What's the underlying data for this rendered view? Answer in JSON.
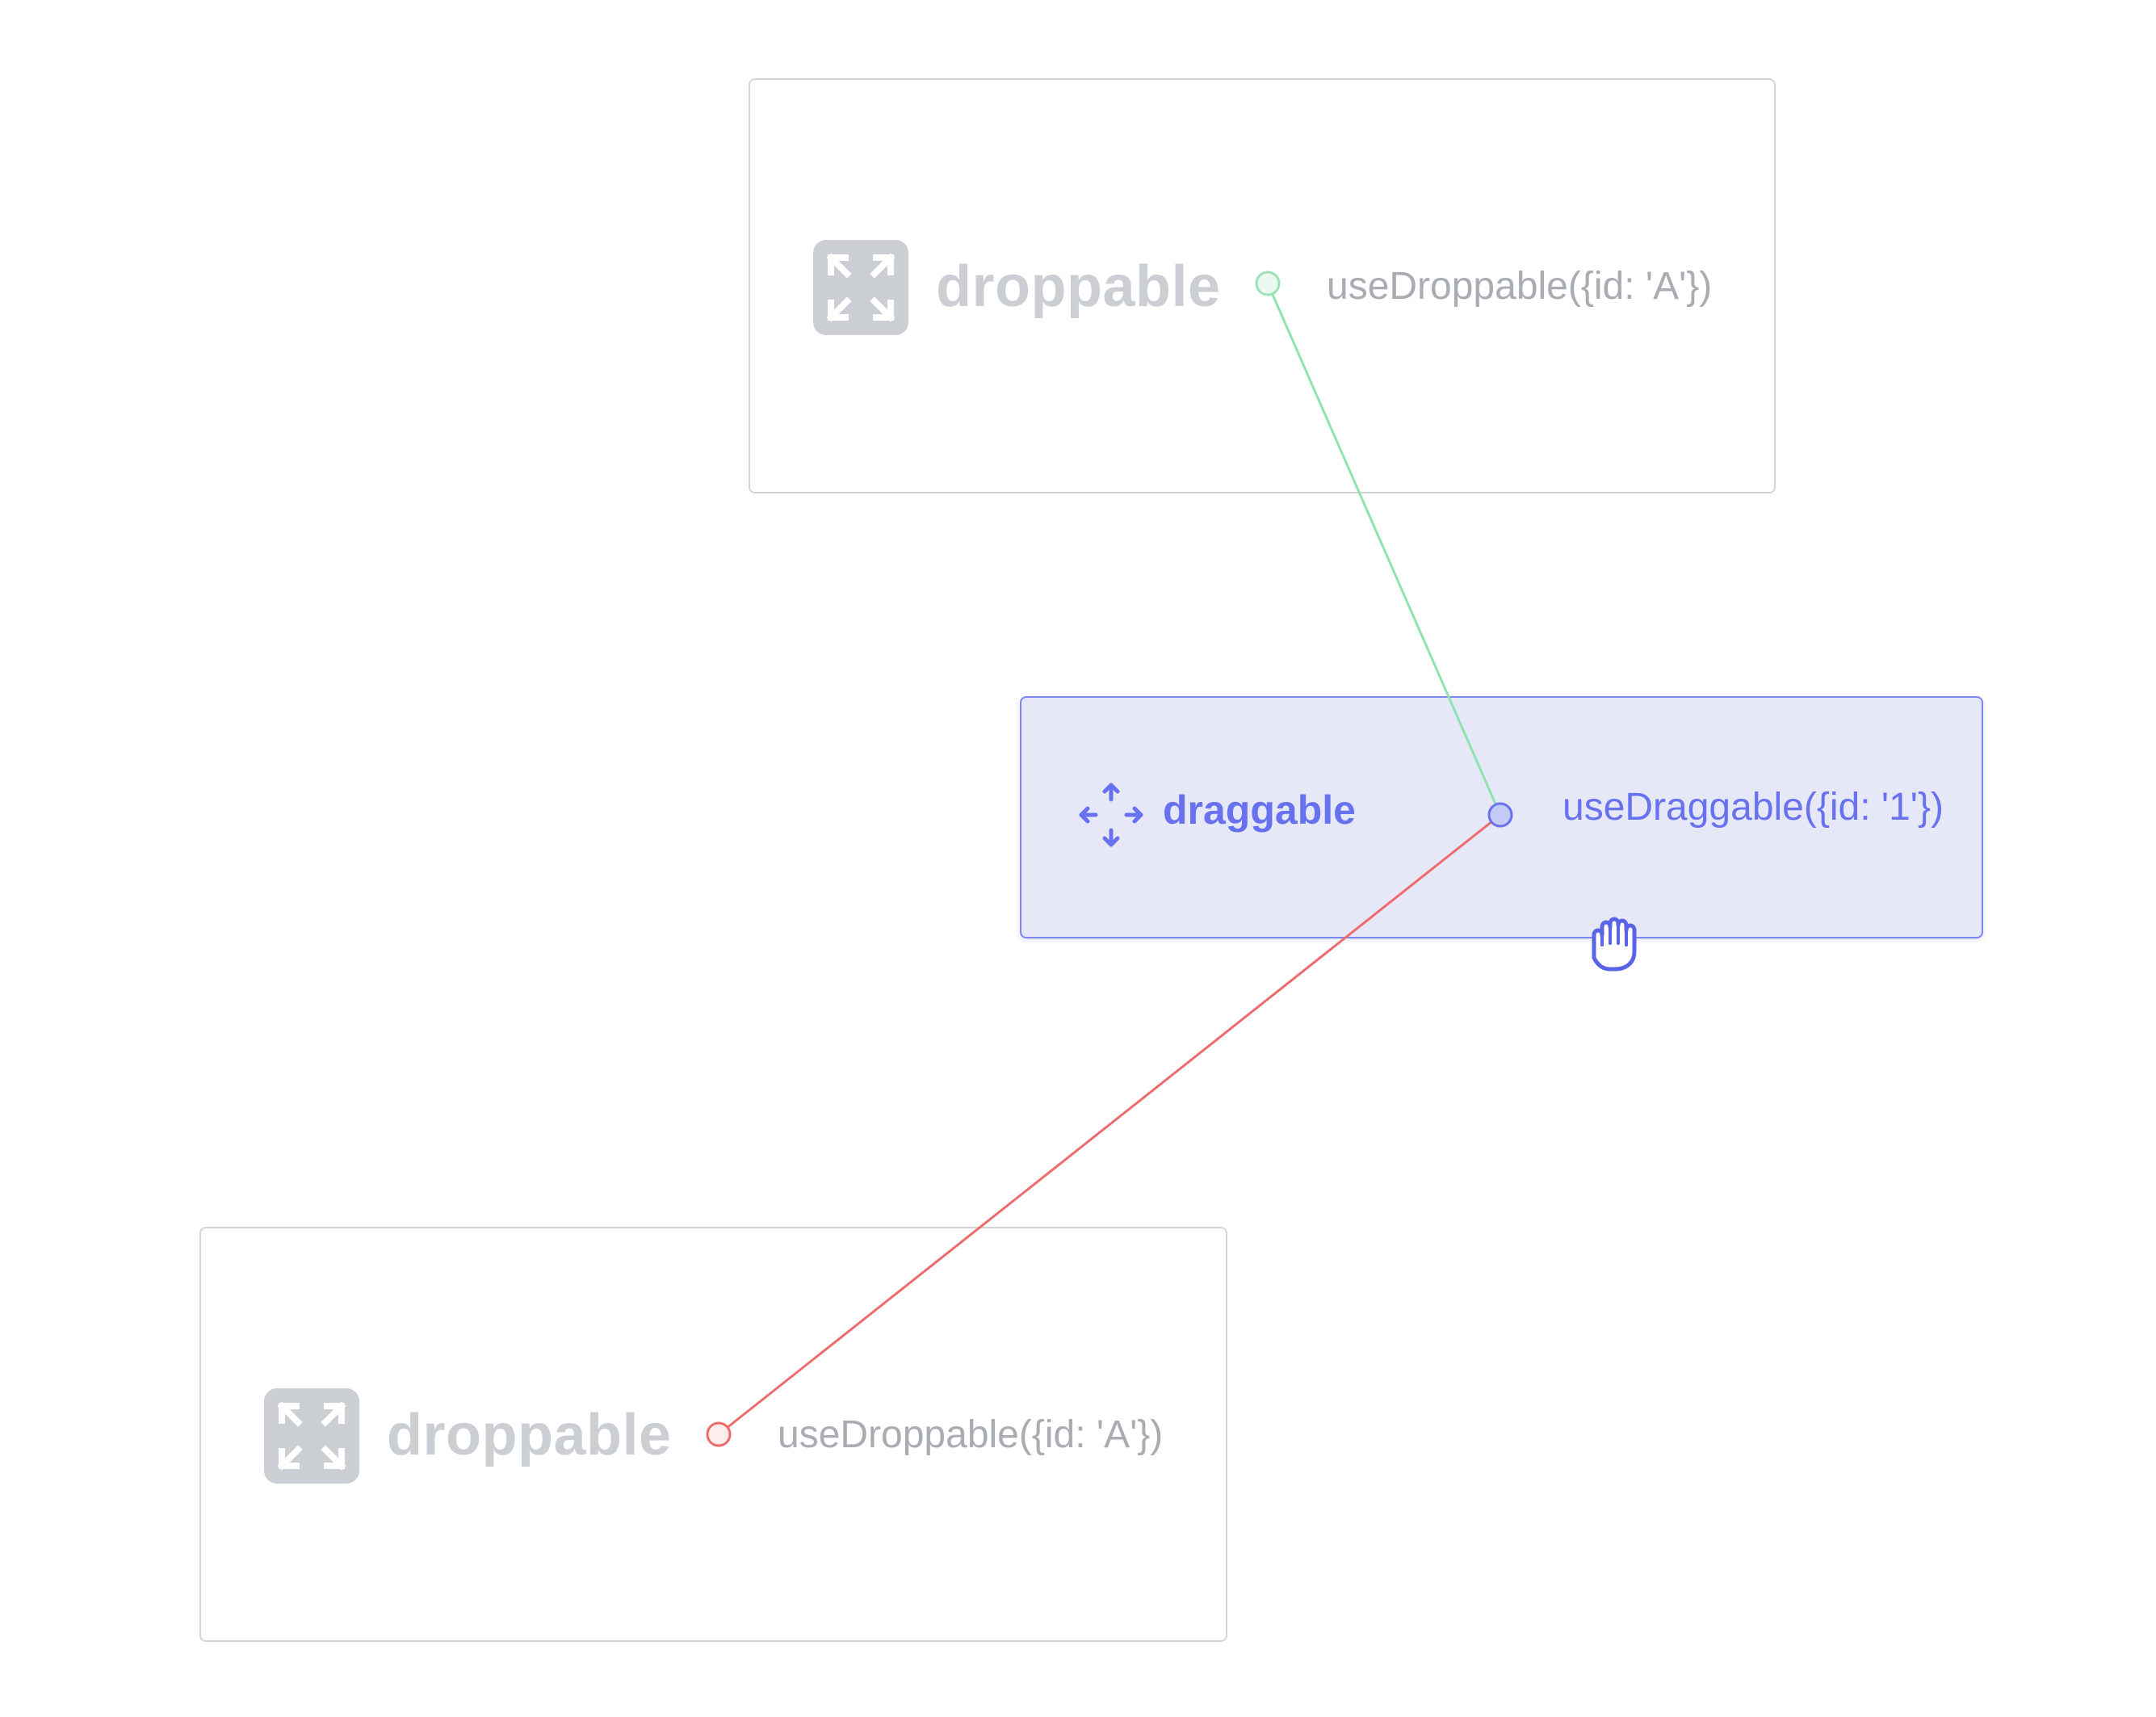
{
  "droppables": [
    {
      "title": "droppable",
      "hook": "useDroppable({id: 'A'})",
      "icon": "expand-arrows-icon",
      "anchor_color": "#9be3b4",
      "line_color": "#8fe3ae"
    },
    {
      "title": "droppable",
      "hook": "useDroppable({id: 'A'})",
      "icon": "expand-arrows-icon",
      "anchor_color": "#ee6b6b",
      "line_color": "#ee6b6b"
    }
  ],
  "draggable": {
    "title": "draggable",
    "hook": "useDraggable({id: '1'})",
    "icon": "move-arrows-icon",
    "accent_color": "#6872ee",
    "background_color": "#e6e8f8"
  },
  "cursor": {
    "icon": "grab-hand-icon"
  },
  "colors": {
    "droppable_border": "#d2d5d9",
    "droppable_muted": "#cbcfd3",
    "hook_text": "#a9adb3"
  }
}
